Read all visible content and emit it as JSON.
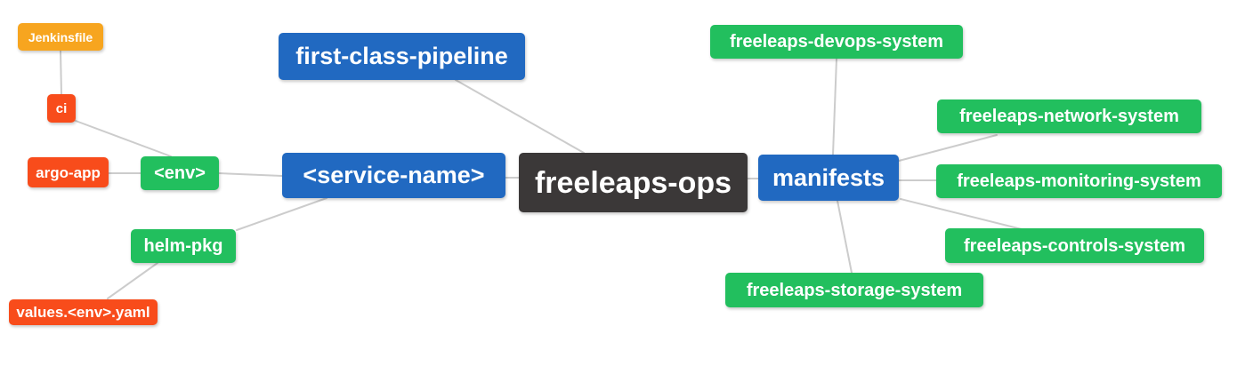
{
  "palette": {
    "blue": "#2169c1",
    "green": "#22bf5e",
    "orange": "#f7a51f",
    "red": "#f84c1b",
    "dark": "#3b3838",
    "edge": "#cccccc",
    "node_text": "#ffffff",
    "background": "#ffffff"
  },
  "nodes": {
    "jenkinsfile": {
      "label": "Jenkinsfile",
      "color": "orange"
    },
    "ci": {
      "label": "ci",
      "color": "red"
    },
    "argo_app": {
      "label": "argo-app",
      "color": "red"
    },
    "env": {
      "label": "<env>",
      "color": "green"
    },
    "helm_pkg": {
      "label": "helm-pkg",
      "color": "green"
    },
    "values_env_yaml": {
      "label": "values.<env>.yaml",
      "color": "red"
    },
    "first_class_pipeline": {
      "label": "first-class-pipeline",
      "color": "blue"
    },
    "service_name": {
      "label": "<service-name>",
      "color": "blue"
    },
    "freeleaps_ops": {
      "label": "freeleaps-ops",
      "color": "dark"
    },
    "manifests": {
      "label": "manifests",
      "color": "blue"
    },
    "devops_system": {
      "label": "freeleaps-devops-system",
      "color": "green"
    },
    "network_system": {
      "label": "freeleaps-network-system",
      "color": "green"
    },
    "monitoring_system": {
      "label": "freeleaps-monitoring-system",
      "color": "green"
    },
    "controls_system": {
      "label": "freeleaps-controls-system",
      "color": "green"
    },
    "storage_system": {
      "label": "freeleaps-storage-system",
      "color": "green"
    }
  },
  "edges": [
    {
      "from": "jenkinsfile",
      "to": "ci"
    },
    {
      "from": "ci",
      "to": "env"
    },
    {
      "from": "argo_app",
      "to": "env"
    },
    {
      "from": "env",
      "to": "service_name"
    },
    {
      "from": "helm_pkg",
      "to": "service_name"
    },
    {
      "from": "values_env_yaml",
      "to": "helm_pkg"
    },
    {
      "from": "first_class_pipeline",
      "to": "freeleaps_ops"
    },
    {
      "from": "service_name",
      "to": "freeleaps_ops"
    },
    {
      "from": "freeleaps_ops",
      "to": "manifests"
    },
    {
      "from": "manifests",
      "to": "devops_system"
    },
    {
      "from": "manifests",
      "to": "network_system"
    },
    {
      "from": "manifests",
      "to": "monitoring_system"
    },
    {
      "from": "manifests",
      "to": "controls_system"
    },
    {
      "from": "manifests",
      "to": "storage_system"
    }
  ]
}
